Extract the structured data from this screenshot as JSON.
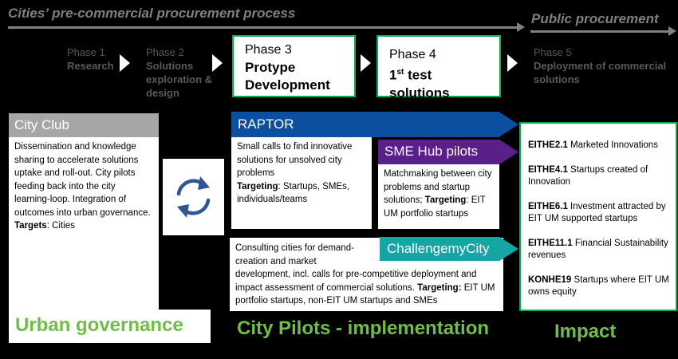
{
  "header": {
    "left_title": "Cities’ pre-commercial procurement process",
    "right_title": "Public procurement"
  },
  "phases": [
    {
      "label": "Phase 1",
      "name": "Research"
    },
    {
      "label": "Phase 2",
      "name": "Solutions exploration & design"
    },
    {
      "label": "Phase 3",
      "name": "Protype Development"
    },
    {
      "label": "Phase 4",
      "name_main": "1",
      "name_sup": "st",
      "name_rest": " test solutions"
    },
    {
      "label": "Phase 5",
      "name": "Deployment of commercial solutions"
    }
  ],
  "city_club": {
    "title": "City Club",
    "body": "Dissemination and knowledge sharing to accelerate solutions uptake and roll-out. City pilots feeding back into the city learning-loop. Integration of outcomes into urban governance.",
    "targets_label": "Targets",
    "targets_value": ": Cities"
  },
  "raptor": {
    "title": "RAPTOR",
    "body": "Small calls to find innovative solutions for unsolved city problems",
    "targeting_label": "Targeting",
    "targeting_value": ": Startups, SMEs, individuals/teams"
  },
  "sme_hub": {
    "title": "SME Hub pilots",
    "body": "Matchmaking between city problems and startup solutions; ",
    "targeting_label": "Targeting",
    "targeting_value": ": EIT UM portfolio startups"
  },
  "challenge": {
    "title": "ChallengemyCity",
    "body": "Consulting cities for demand-creation and market development, incl. calls for pre-competitive deployment and impact assessment of commercial solutions. ",
    "targeting_label": "Targeting:",
    "targeting_value": " EIT UM portfolio startups, non-EIT UM startups and SMEs"
  },
  "impact_items": [
    {
      "code": "EITHE2.1",
      "text": " Marketed Innovations"
    },
    {
      "code": "EITHE4.1",
      "text": " Startups created of Innovation"
    },
    {
      "code": "EITHE6.1",
      "text": " Investment attracted by EIT UM supported startups"
    },
    {
      "code": "EITHE11.1",
      "text": " Financial Sustainability revenues"
    },
    {
      "code": "KONHE19",
      "text": " Startups where EIT UM owns equity"
    }
  ],
  "bottom": {
    "left": "Urban governance",
    "center": "City Pilots - implementation",
    "right": "Impact"
  },
  "colors": {
    "raptor": "#0b4fa0",
    "sme_hub": "#5b1f8a",
    "challenge": "#14a5a5",
    "green": "#6fbf45",
    "border_green": "#00b050"
  },
  "icons": {
    "cycle": "refresh-cycle-icon"
  }
}
